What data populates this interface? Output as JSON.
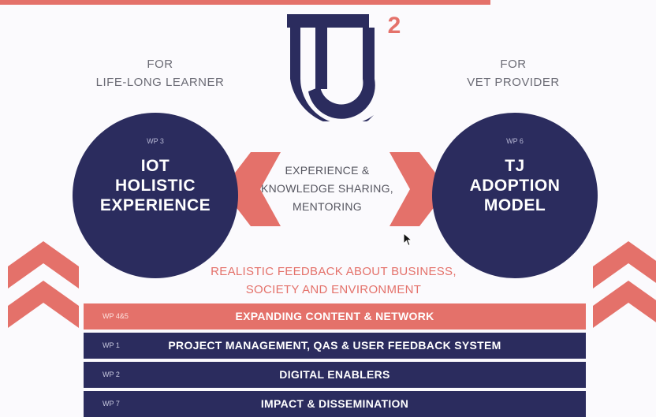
{
  "logo": {
    "text": "TJ",
    "superscript": "2"
  },
  "left_caption": [
    "FOR",
    "LIFE-LONG LEARNER"
  ],
  "right_caption": [
    "FOR",
    "VET PROVIDER"
  ],
  "left_circle": {
    "wp": "WP 3",
    "title": [
      "IOT",
      "HOLISTIC",
      "EXPERIENCE"
    ]
  },
  "right_circle": {
    "wp": "WP 6",
    "title": [
      "TJ",
      "ADOPTION",
      "MODEL"
    ]
  },
  "exchange_text": [
    "EXPERIENCE &",
    "KNOWLEDGE SHARING,",
    "MENTORING"
  ],
  "feedback_text": [
    "REALISTIC FEEDBACK ABOUT BUSINESS,",
    "SOCIETY AND ENVIRONMENT"
  ],
  "work_packages": [
    {
      "code": "WP 4&5",
      "label": "EXPANDING CONTENT & NETWORK"
    },
    {
      "code": "WP 1",
      "label": "PROJECT MANAGEMENT, QAS & USER FEEDBACK SYSTEM"
    },
    {
      "code": "WP 2",
      "label": "DIGITAL ENABLERS"
    },
    {
      "code": "WP 7",
      "label": "IMPACT & DISSEMINATION"
    }
  ],
  "colors": {
    "navy": "#2b2c5e",
    "coral": "#e4716a",
    "background": "#fbfafd"
  }
}
